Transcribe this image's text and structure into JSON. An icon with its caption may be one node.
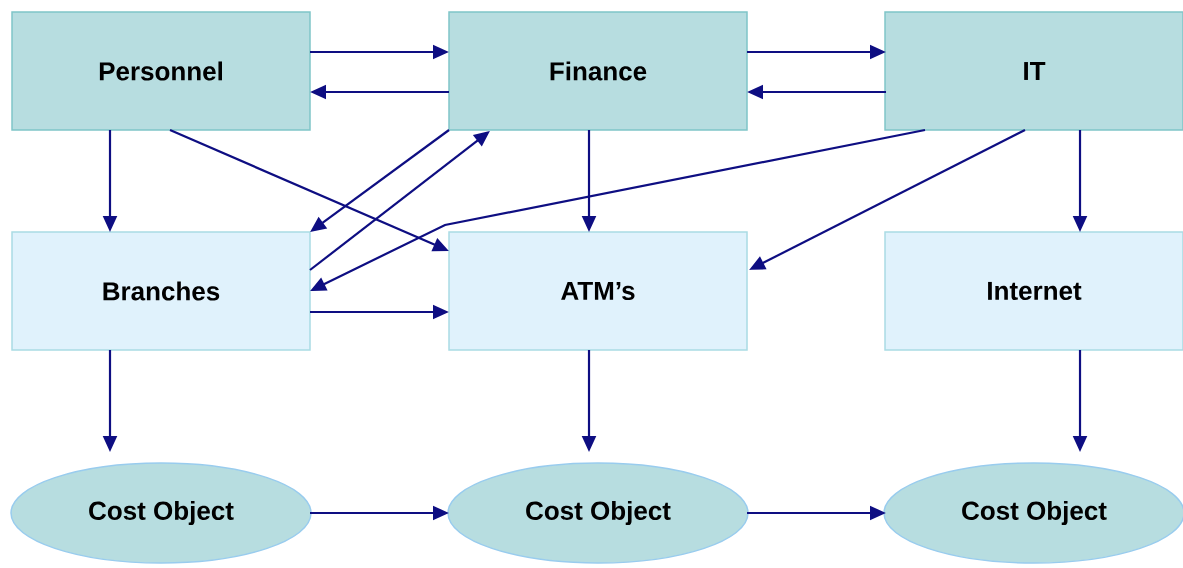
{
  "diagram": {
    "nodes": [
      {
        "text": [
          "Personnel"
        ]
      },
      {
        "text": [
          "Finance"
        ]
      },
      {
        "text": [
          "IT"
        ]
      },
      {
        "text": [
          "Branches"
        ]
      },
      {
        "text": [
          "ATM’s"
        ]
      },
      {
        "text": [
          "Internet"
        ]
      },
      {
        "text": [
          "Cost Object"
        ]
      },
      {
        "text": [
          "Cost Object"
        ]
      },
      {
        "text": [
          "Cost Object"
        ]
      }
    ],
    "edges": [
      {
        "from": 0,
        "to": 1,
        "arrow": "to"
      },
      {
        "from": 1,
        "to": 0,
        "arrow": "to"
      },
      {
        "from": 1,
        "to": 2,
        "arrow": "to"
      },
      {
        "from": 2,
        "to": 1,
        "arrow": "to"
      },
      {
        "from": 0,
        "to": 3,
        "arrow": "to"
      },
      {
        "from": 0,
        "to": 4,
        "arrow": "to"
      },
      {
        "from": 1,
        "to": 3,
        "arrow": "to"
      },
      {
        "from": 3,
        "to": 1,
        "arrow": "to"
      },
      {
        "from": 1,
        "to": 4,
        "arrow": "to"
      },
      {
        "from": 2,
        "to": 3,
        "arrow": "to"
      },
      {
        "from": 2,
        "to": 4,
        "arrow": "to"
      },
      {
        "from": 2,
        "to": 5,
        "arrow": "to"
      },
      {
        "from": 3,
        "to": 4,
        "arrow": "to"
      },
      {
        "from": 3,
        "to": 6,
        "arrow": "to"
      },
      {
        "from": 4,
        "to": 7,
        "arrow": "to"
      },
      {
        "from": 5,
        "to": 8,
        "arrow": "to"
      },
      {
        "from": 6,
        "to": 7,
        "arrow": "to"
      },
      {
        "from": 7,
        "to": 8,
        "arrow": "to"
      }
    ]
  }
}
